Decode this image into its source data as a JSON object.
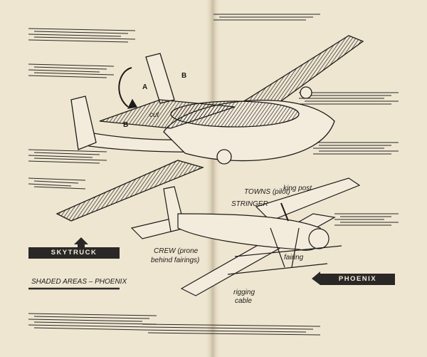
{
  "illustration": {
    "skytruck_label": "SKYTRUCK",
    "phoenix_label": "PHOENIX",
    "legend": "SHADED AREAS – PHOENIX",
    "callouts": {
      "a": "A",
      "b_top": "B",
      "b_lower": "B",
      "cut": "cut",
      "towns": "TOWNS (pilot)",
      "king_post": "king post",
      "stringer": "STRINGER",
      "crew_1": "CREW (prone",
      "crew_2": "behind fairings)",
      "fairing": "fairing",
      "rigging_1": "rigging",
      "rigging_2": "cable"
    }
  },
  "colors": {
    "paper": "#efe6d2",
    "ink": "#2a2826"
  }
}
